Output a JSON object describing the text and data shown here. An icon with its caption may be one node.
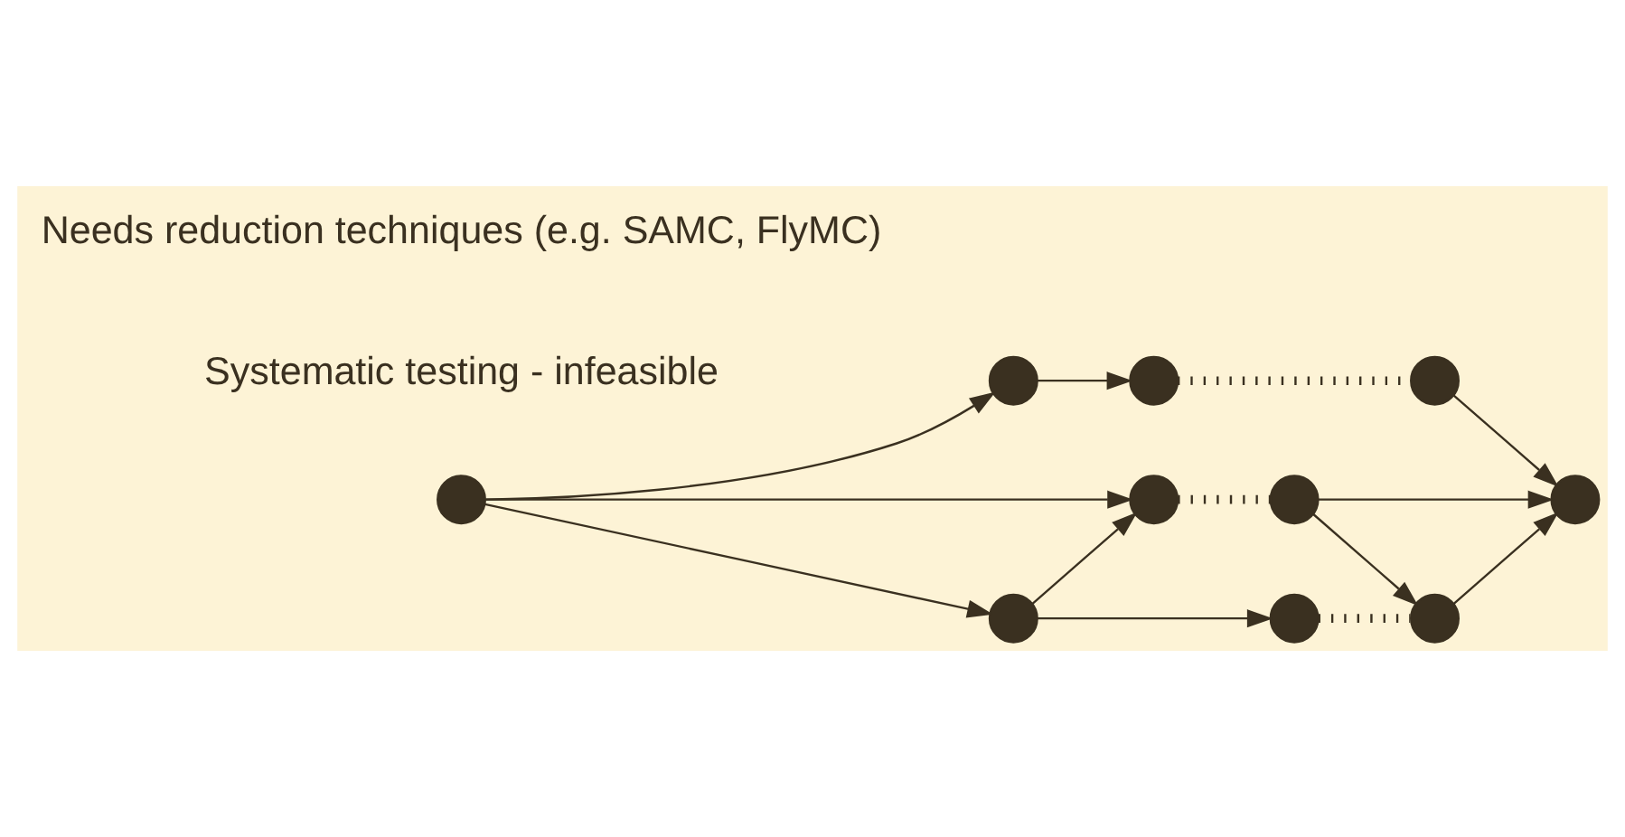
{
  "diagram": {
    "nodes": [
      {
        "text": [],
        "shape": "circle"
      },
      {
        "text": [],
        "shape": "circle"
      },
      {
        "text": [],
        "shape": "circle"
      },
      {
        "text": [],
        "shape": "circle"
      },
      {
        "text": [],
        "shape": "circle"
      },
      {
        "text": [],
        "shape": "circle"
      },
      {
        "text": [],
        "shape": "circle"
      },
      {
        "text": [],
        "shape": "circle"
      },
      {
        "text": [],
        "shape": "circle"
      },
      {
        "text": [],
        "shape": "circle"
      }
    ],
    "edges": [
      {
        "from": 0,
        "to": 1,
        "arrow": "to"
      },
      {
        "from": 0,
        "to": 3,
        "arrow": "to"
      },
      {
        "from": 0,
        "to": 4,
        "arrow": "to"
      },
      {
        "from": 1,
        "to": 2,
        "arrow": "to"
      },
      {
        "from": 4,
        "to": 3,
        "arrow": "to"
      },
      {
        "from": 4,
        "to": 5,
        "arrow": "to"
      },
      {
        "from": 2,
        "to": 6,
        "arrow": "none",
        "style": "dashed"
      },
      {
        "from": 3,
        "to": 7,
        "arrow": "none",
        "style": "dashed"
      },
      {
        "from": 5,
        "to": 8,
        "arrow": "none",
        "style": "dashed"
      },
      {
        "from": 6,
        "to": 9,
        "arrow": "to"
      },
      {
        "from": 7,
        "to": 9,
        "arrow": "to"
      },
      {
        "from": 7,
        "to": 8,
        "arrow": "to"
      },
      {
        "from": 8,
        "to": 9,
        "arrow": "to"
      }
    ],
    "labels": [
      "Systematic testing - infeasible",
      "Needs reduction techniques (e.g. SAMC, FlyMC)"
    ]
  }
}
